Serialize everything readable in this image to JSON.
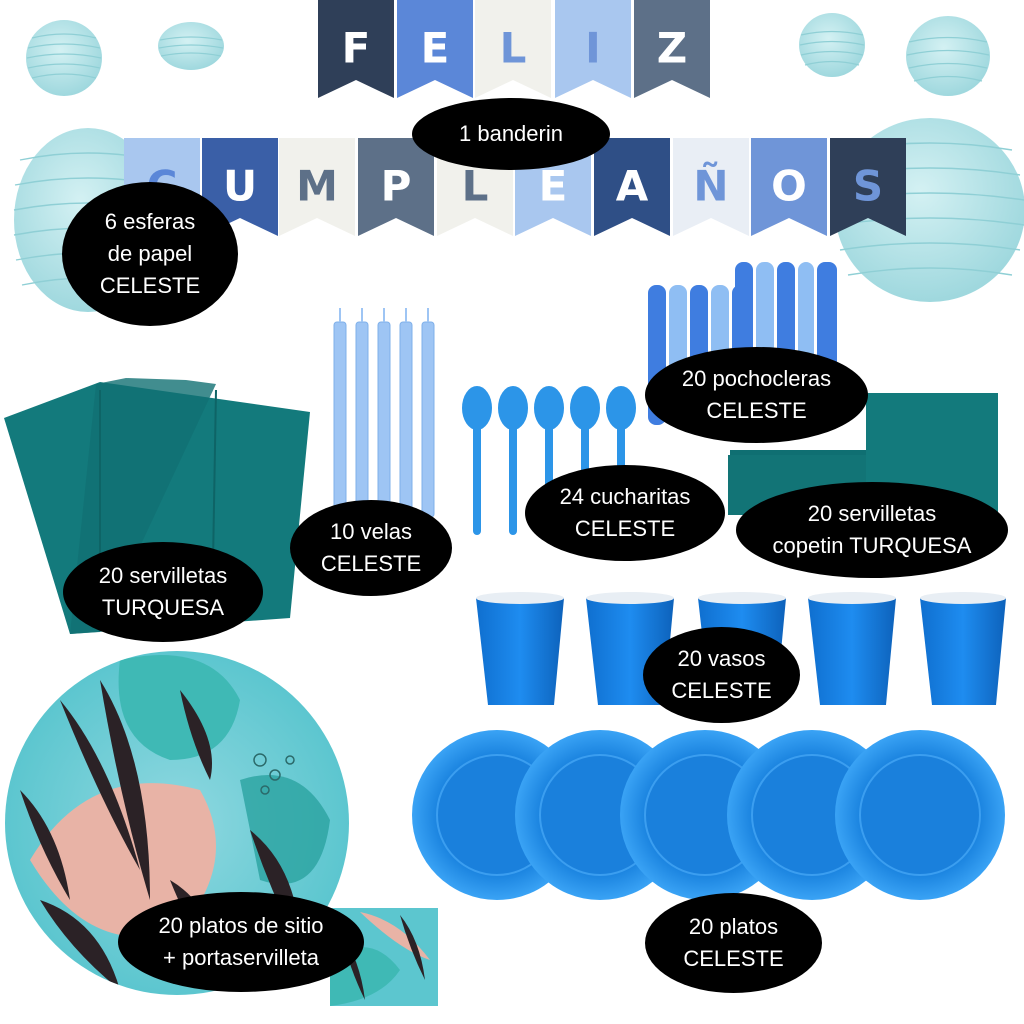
{
  "banner": {
    "top_letters": [
      "F",
      "E",
      "L",
      "I",
      "Z"
    ],
    "bottom_letters": [
      "C",
      "U",
      "M",
      "P",
      "L",
      "E",
      "A",
      "Ñ",
      "O",
      "S"
    ],
    "top_colors": [
      "#2f3f58",
      "#5b87d8",
      "#f1f1ec",
      "#a9c7ef",
      "#5d7088"
    ],
    "bottom_colors": [
      "#a9c7ef",
      "#3a5fa7",
      "#f1f1ec",
      "#5d7088",
      "#f1f1ec",
      "#a9c7ef",
      "#2f4f86",
      "#e9eef5",
      "#6f95d8",
      "#c9dcf5",
      "#2f3f58"
    ],
    "letter_colors": [
      "#ffffff",
      "#ffffff",
      "#5d7088",
      "#ffffff",
      "#ffffff"
    ]
  },
  "labels": {
    "banderin": "1 banderin",
    "esferas": "6 esferas\nde papel\nCELESTE",
    "pochocleras": "20 pochocleras\nCELESTE",
    "velas": "10 velas\nCELESTE",
    "cucharitas": "24 cucharitas\nCELESTE",
    "servilletas_copetin": "20 servilletas\ncopetin TURQUESA",
    "servilletas": "20 servilletas\nTURQUESA",
    "vasos": "20 vasos\nCELESTE",
    "platos_sitio": "20 platos de sitio\n+ portaservilleta",
    "platos": "20 platos\nCELESTE"
  },
  "colors": {
    "celeste": "#1e88e5",
    "celeste_light": "#9ec5f4",
    "turquesa": "#137a7c",
    "lantern": "#b7e6ea",
    "blush": "#e8b3a6",
    "leaf_dark": "#2b2226",
    "teal_print": "#3fb9b5"
  }
}
